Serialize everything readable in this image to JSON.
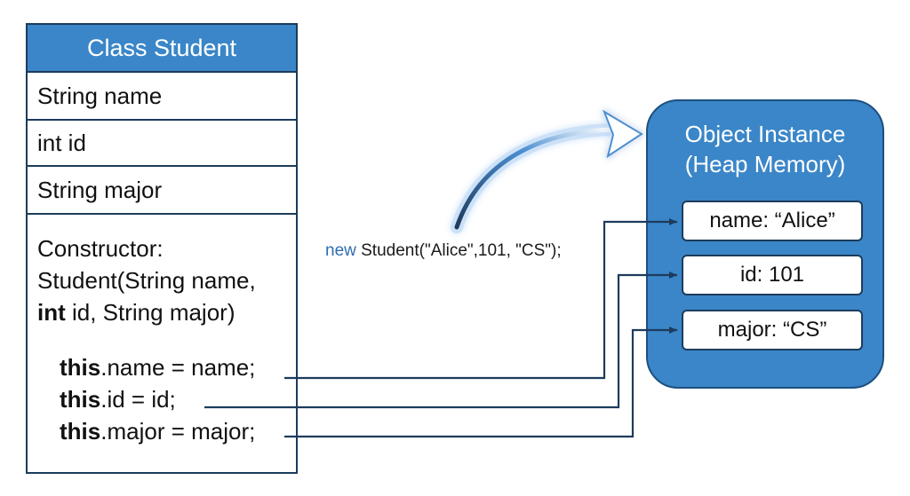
{
  "class_box": {
    "title": "Class Student",
    "fields": [
      "String name",
      "int id",
      "String major"
    ],
    "constructor": {
      "label": "Constructor:",
      "signature_line1": "Student(String name,",
      "signature_line2_kw": "int",
      "signature_line2_rest": " id, String major)",
      "assignments": [
        {
          "kw": "this",
          "rest": ".name = name;"
        },
        {
          "kw": "this",
          "rest": ".id = id;"
        },
        {
          "kw": "this",
          "rest": ".major = major;"
        }
      ]
    }
  },
  "call": {
    "keyword": "new",
    "rest": " Student(\"Alice\",101, \"CS\");"
  },
  "heap": {
    "title_line1": "Object Instance",
    "title_line2": "(Heap Memory)",
    "fields": [
      {
        "label": "name: “Alice”"
      },
      {
        "label": "id: 101"
      },
      {
        "label": "major: “CS”"
      }
    ]
  },
  "colors": {
    "accent": "#3a86c8",
    "border": "#1d3b5c",
    "keyword": "#2e6db0",
    "connector": "#1d3b5c"
  }
}
